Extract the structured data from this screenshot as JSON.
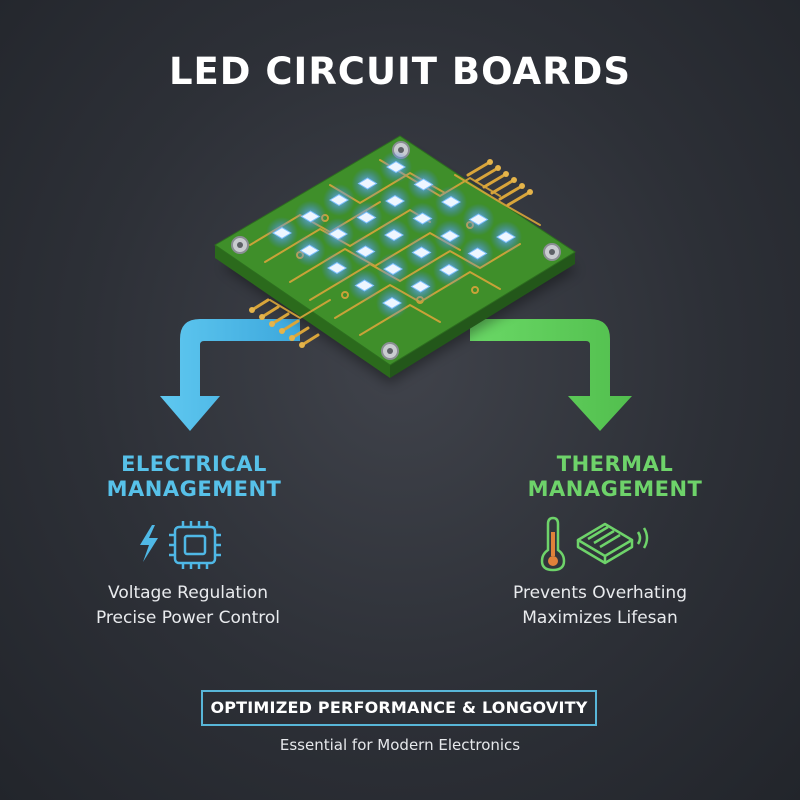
{
  "title": "LED CIRCUIT BOARDS",
  "left": {
    "heading_line1": "ELECTRICAL",
    "heading_line2": "MANAGEMENT",
    "item1": "Voltage Regulation",
    "item2": "Precise Power Control",
    "icons": [
      "lightning-bolt",
      "microchip"
    ],
    "color": "#57c1e9"
  },
  "right": {
    "heading_line1": "THERMAL",
    "heading_line2": "MANAGEMENT",
    "item1": "Prevents Overhating",
    "item2": "Maximizes Lifesan",
    "icons": [
      "thermometer",
      "heatsink"
    ],
    "color": "#6ed36a"
  },
  "banner": "OPTIMIZED PERFORMANCE & LONGOVITY",
  "subtitle": "Essential for Modern Electronics",
  "colors": {
    "background": "#2d3037",
    "pcb": "#3f8f2a",
    "trace": "#d9a53a",
    "led": "#e8f4ff",
    "banner_border": "#58b6d8"
  }
}
